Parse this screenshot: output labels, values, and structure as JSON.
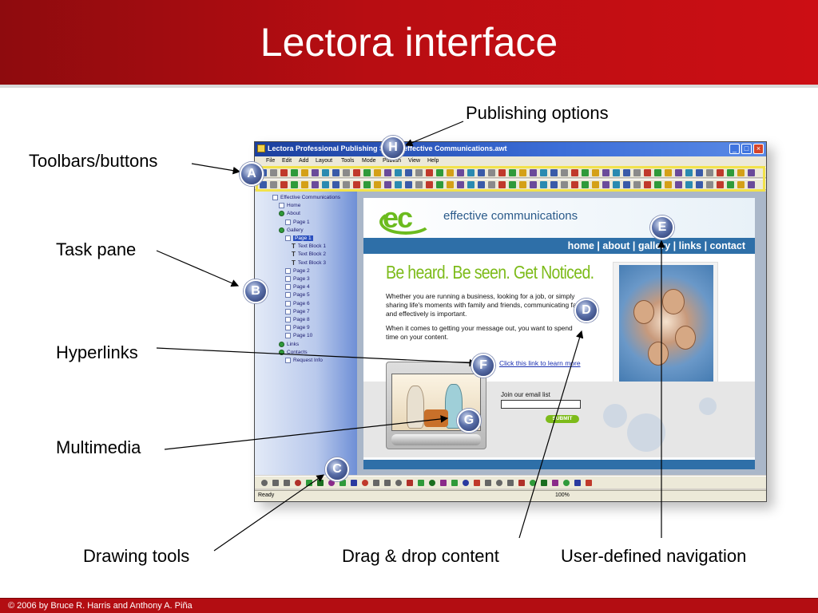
{
  "slide": {
    "title": "Lectora interface",
    "footer": "© 2006 by Bruce R. Harris and Anthony A. Piña"
  },
  "callouts": {
    "publishing": "Publishing options",
    "toolbars": "Toolbars/buttons",
    "task_pane": "Task pane",
    "hyperlinks": "Hyperlinks",
    "multimedia": "Multimedia",
    "drawing": "Drawing tools",
    "dragdrop": "Drag & drop content",
    "navigation": "User-defined navigation"
  },
  "markers": {
    "a": "A",
    "b": "B",
    "c": "C",
    "d": "D",
    "e": "E",
    "f": "F",
    "g": "G",
    "h": "H"
  },
  "app": {
    "title": "Lectora Professional Publishing Suite - effective Communications.awt",
    "menu": [
      "File",
      "Edit",
      "Add",
      "Layout",
      "Tools",
      "Mode",
      "Publish",
      "View",
      "Help"
    ],
    "tree": [
      {
        "label": "Effective Communications",
        "icon": "folder-icon"
      },
      {
        "label": "Home",
        "icon": "page-icon"
      },
      {
        "label": "About",
        "icon": "chapter-icon"
      },
      {
        "label": "Page 1",
        "icon": "page-icon"
      },
      {
        "label": "Gallery",
        "icon": "chapter-icon"
      },
      {
        "label": "Page 1",
        "icon": "page-icon"
      },
      {
        "label": "Text Block 1",
        "icon": "text-icon"
      },
      {
        "label": "Text Block 2",
        "icon": "text-icon"
      },
      {
        "label": "Text Block 3",
        "icon": "text-icon"
      },
      {
        "label": "Page 2",
        "icon": "page-icon"
      },
      {
        "label": "Page 3",
        "icon": "page-icon"
      },
      {
        "label": "Page 4",
        "icon": "page-icon"
      },
      {
        "label": "Page 5",
        "icon": "page-icon"
      },
      {
        "label": "Page 6",
        "icon": "page-icon"
      },
      {
        "label": "Page 7",
        "icon": "page-icon"
      },
      {
        "label": "Page 8",
        "icon": "page-icon"
      },
      {
        "label": "Page 9",
        "icon": "page-icon"
      },
      {
        "label": "Page 10",
        "icon": "page-icon"
      },
      {
        "label": "Links",
        "icon": "chapter-icon"
      },
      {
        "label": "Contacts",
        "icon": "chapter-icon"
      },
      {
        "label": "Request Info",
        "icon": "page-icon"
      }
    ],
    "status": {
      "left": "Ready",
      "zoom": "100%"
    }
  },
  "site": {
    "logo": "ec",
    "name": "effective communications",
    "nav": "home | about | gallery | links | contact",
    "headline": "Be heard. Be seen. Get Noticed.",
    "body_1": "Whether you are running a business, looking for a job, or simply sharing life's moments with family and friends, communicating fast and effectively is important.",
    "body_2": "When it comes to getting your message out, you want to spend time on your content.",
    "link": "Click this link to learn more",
    "email_label": "Join our email list",
    "submit": "SUBMIT"
  },
  "colors": {
    "title_red": "#b80d12",
    "site_blue": "#2e6fa8",
    "site_green": "#7dbb1a",
    "highlight_yellow": "#f2e24a"
  }
}
